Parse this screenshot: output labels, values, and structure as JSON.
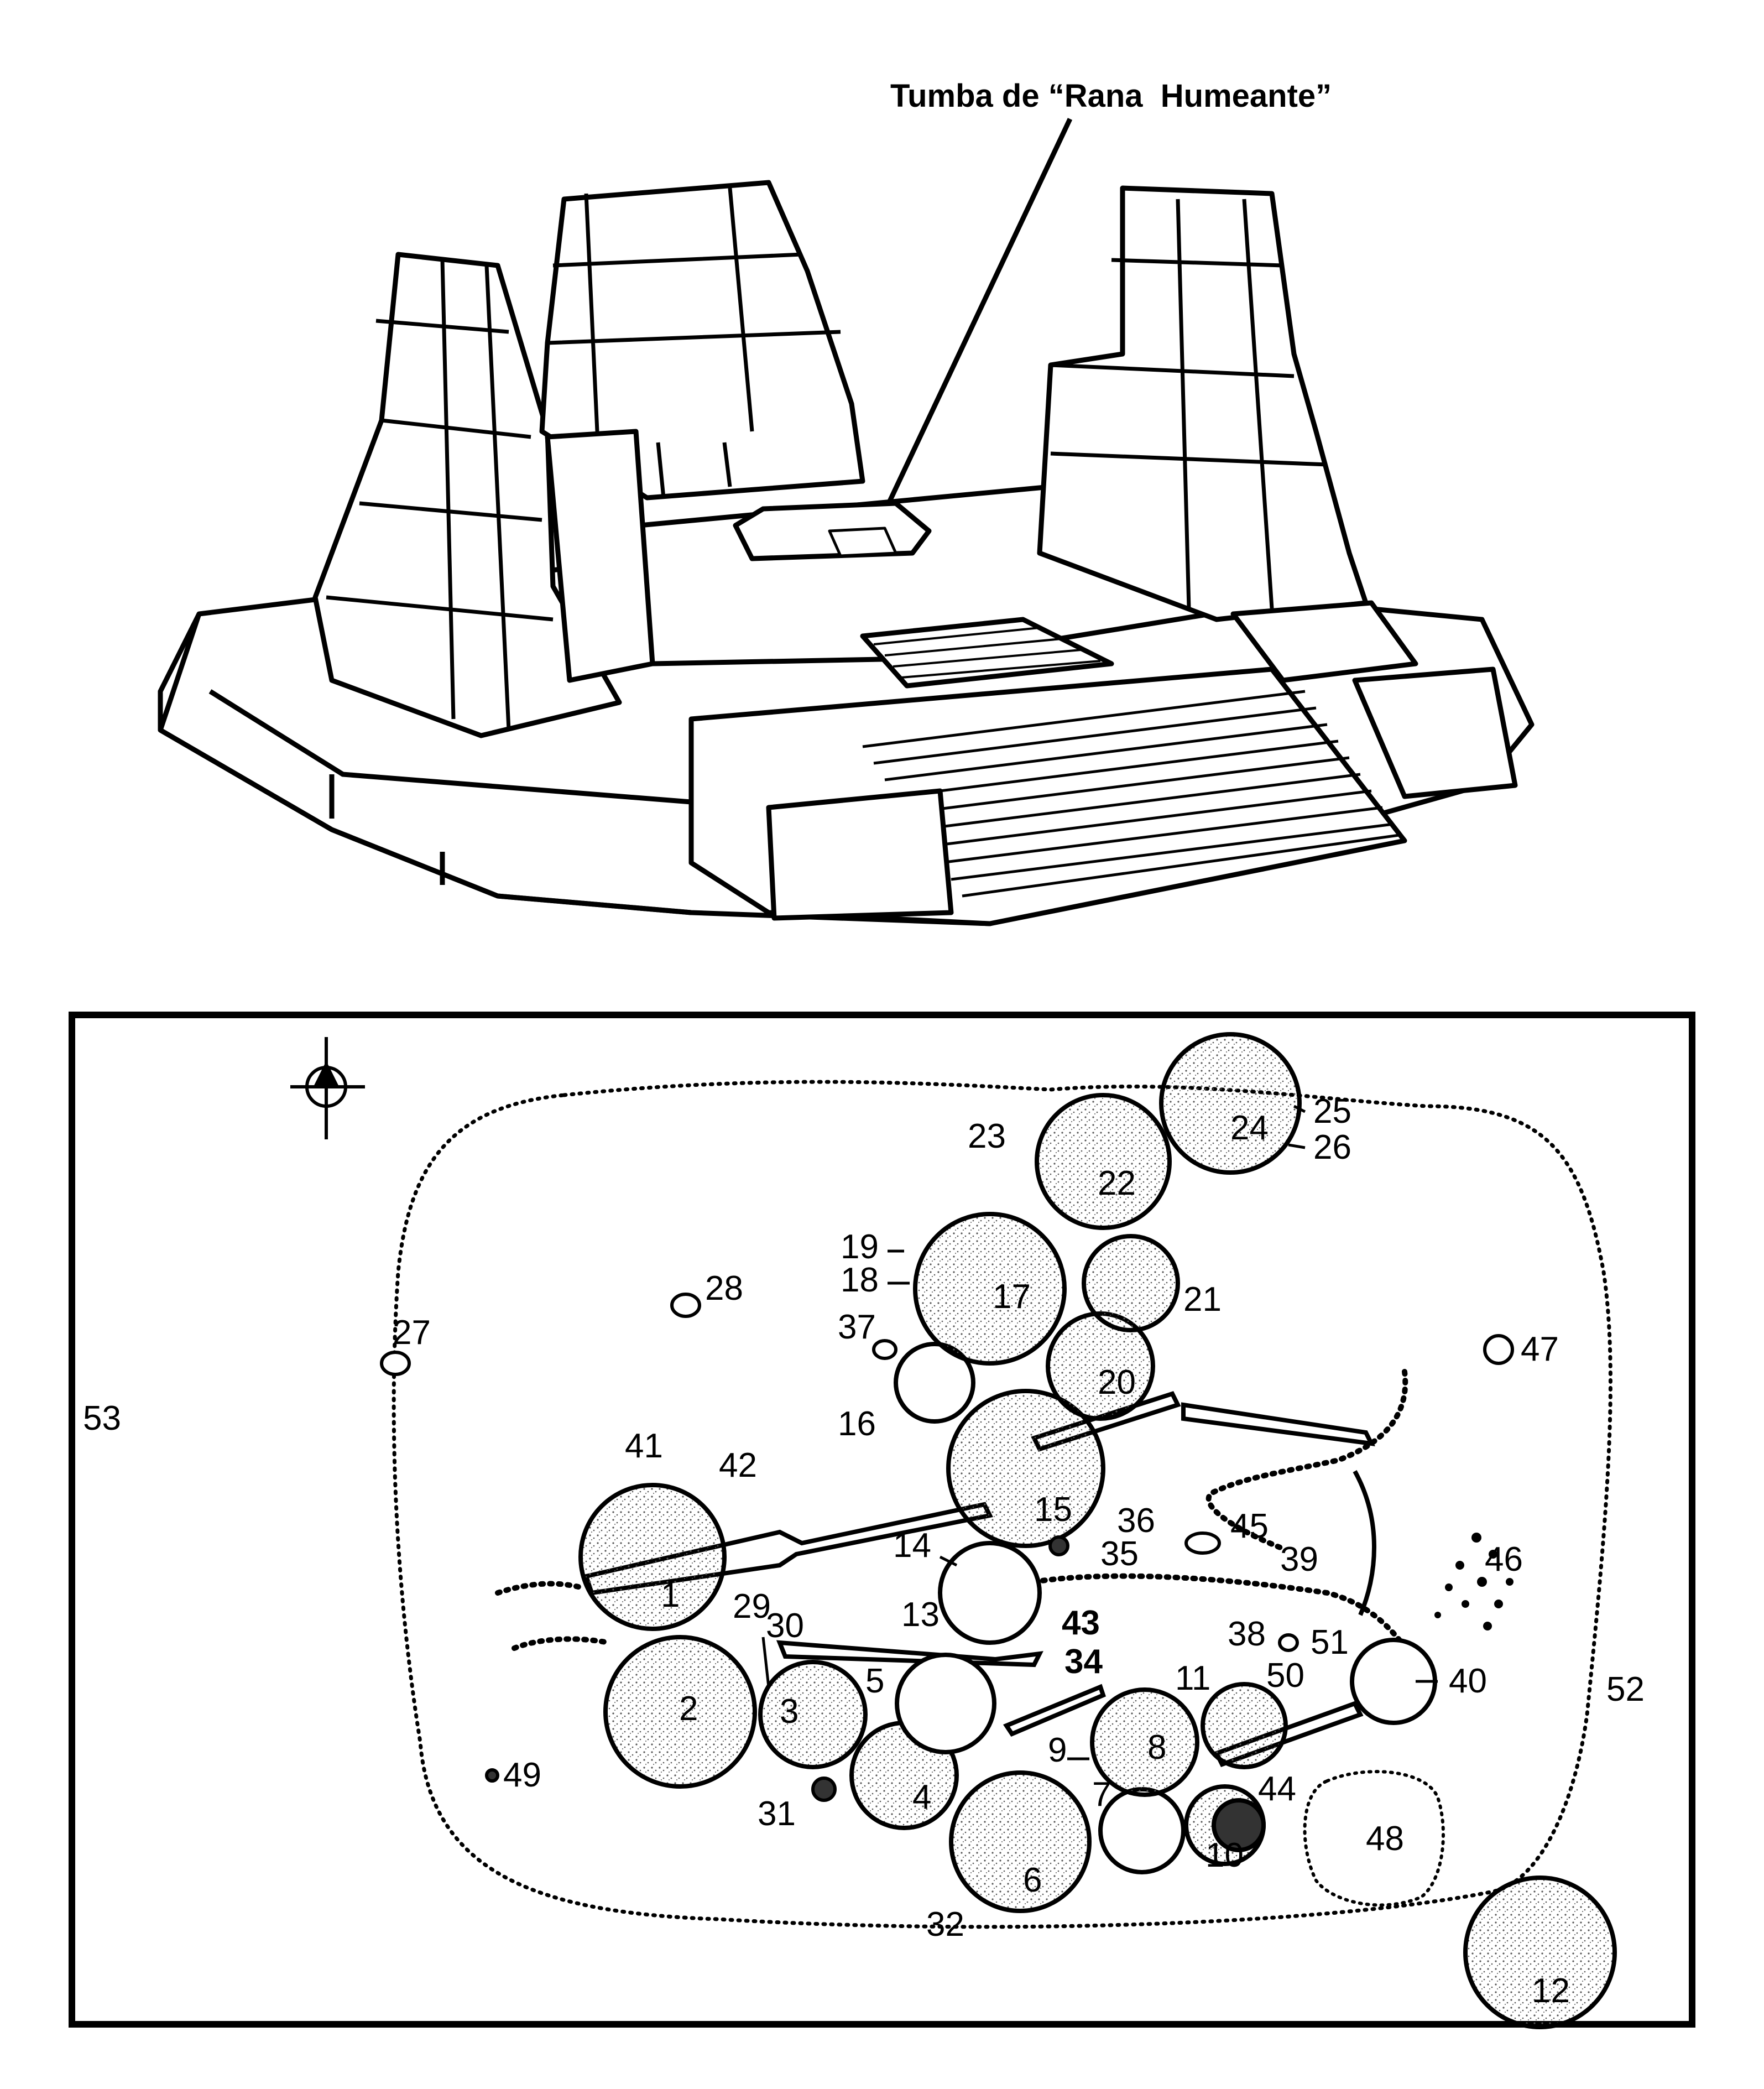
{
  "title": "Tumba de “Rana  Humeante”",
  "colors": {
    "ink": "#000000",
    "paper": "#ffffff",
    "stipple": "#555555"
  },
  "plan": {
    "north_symbol": "compass-north-icon",
    "features": [
      {
        "id": "1",
        "label": "1",
        "shape": "circle"
      },
      {
        "id": "2",
        "label": "2",
        "shape": "circle"
      },
      {
        "id": "3",
        "label": "3",
        "shape": "circle"
      },
      {
        "id": "4",
        "label": "4",
        "shape": "circle"
      },
      {
        "id": "5",
        "label": "5",
        "shape": "circle"
      },
      {
        "id": "6",
        "label": "6",
        "shape": "circle"
      },
      {
        "id": "7",
        "label": "7",
        "shape": "circle"
      },
      {
        "id": "8",
        "label": "8",
        "shape": "circle"
      },
      {
        "id": "9",
        "label": "9",
        "shape": "pointer"
      },
      {
        "id": "10",
        "label": "10",
        "shape": "circle"
      },
      {
        "id": "11",
        "label": "11",
        "shape": "circle"
      },
      {
        "id": "12",
        "label": "12",
        "shape": "circle"
      },
      {
        "id": "13",
        "label": "13",
        "shape": "circle"
      },
      {
        "id": "14",
        "label": "14",
        "shape": "pointer"
      },
      {
        "id": "15",
        "label": "15",
        "shape": "circle"
      },
      {
        "id": "16",
        "label": "16",
        "shape": "circle"
      },
      {
        "id": "17",
        "label": "17",
        "shape": "circle"
      },
      {
        "id": "18",
        "label": "18",
        "shape": "pointer"
      },
      {
        "id": "19",
        "label": "19",
        "shape": "pointer"
      },
      {
        "id": "20",
        "label": "20",
        "shape": "circle"
      },
      {
        "id": "21",
        "label": "21",
        "shape": "circle"
      },
      {
        "id": "22",
        "label": "22",
        "shape": "circle"
      },
      {
        "id": "23",
        "label": "23",
        "shape": "pointer"
      },
      {
        "id": "24",
        "label": "24",
        "shape": "circle"
      },
      {
        "id": "25",
        "label": "25",
        "shape": "pointer"
      },
      {
        "id": "26",
        "label": "26",
        "shape": "pointer"
      },
      {
        "id": "27",
        "label": "27",
        "shape": "small"
      },
      {
        "id": "28",
        "label": "28",
        "shape": "small"
      },
      {
        "id": "29",
        "label": "29",
        "shape": "pointer"
      },
      {
        "id": "30",
        "label": "30",
        "shape": "pointer"
      },
      {
        "id": "31",
        "label": "31",
        "shape": "small"
      },
      {
        "id": "32",
        "label": "32",
        "shape": "small"
      },
      {
        "id": "34",
        "label": "34",
        "shape": "pointer"
      },
      {
        "id": "35",
        "label": "35",
        "shape": "pointer"
      },
      {
        "id": "36",
        "label": "36",
        "shape": "small"
      },
      {
        "id": "37",
        "label": "37",
        "shape": "small"
      },
      {
        "id": "38",
        "label": "38",
        "shape": "small"
      },
      {
        "id": "39",
        "label": "39",
        "shape": "pointer"
      },
      {
        "id": "40",
        "label": "40",
        "shape": "circle"
      },
      {
        "id": "41",
        "label": "41",
        "shape": "circle"
      },
      {
        "id": "42",
        "label": "42",
        "shape": "pointer"
      },
      {
        "id": "43",
        "label": "43",
        "shape": "pointer"
      },
      {
        "id": "44",
        "label": "44",
        "shape": "circle"
      },
      {
        "id": "45",
        "label": "45",
        "shape": "small"
      },
      {
        "id": "46",
        "label": "46",
        "shape": "scatter"
      },
      {
        "id": "47",
        "label": "47",
        "shape": "small"
      },
      {
        "id": "48",
        "label": "48",
        "shape": "dotted-area"
      },
      {
        "id": "49",
        "label": "49",
        "shape": "small"
      },
      {
        "id": "50",
        "label": "50",
        "shape": "pointer"
      },
      {
        "id": "51",
        "label": "51",
        "shape": "pointer"
      },
      {
        "id": "52",
        "label": "52",
        "shape": "boundary"
      },
      {
        "id": "53",
        "label": "53",
        "shape": "outer-area"
      }
    ]
  }
}
